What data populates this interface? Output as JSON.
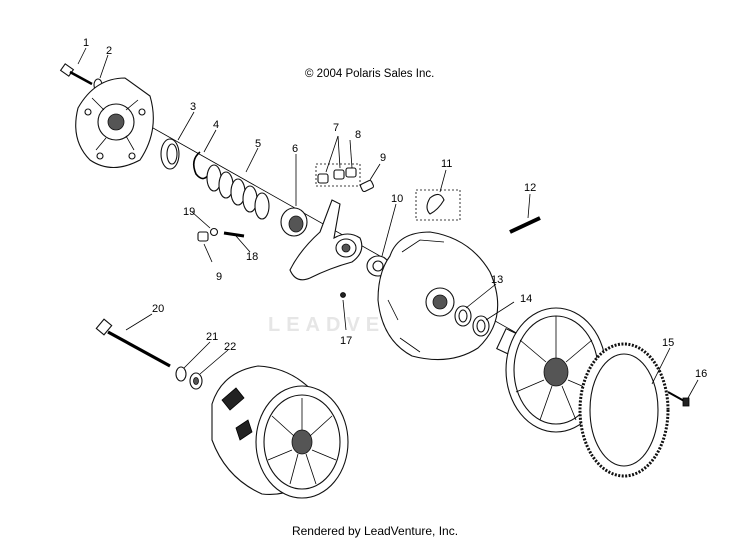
{
  "copyright": "© 2004 Polaris Sales Inc.",
  "footer": "Rendered by LeadVenture, Inc.",
  "watermark": "LEADVENTURE",
  "callouts": [
    "1",
    "2",
    "3",
    "4",
    "5",
    "6",
    "7",
    "8",
    "9",
    "9",
    "10",
    "11",
    "12",
    "13",
    "14",
    "15",
    "16",
    "17",
    "18",
    "19",
    "20",
    "21",
    "22"
  ]
}
